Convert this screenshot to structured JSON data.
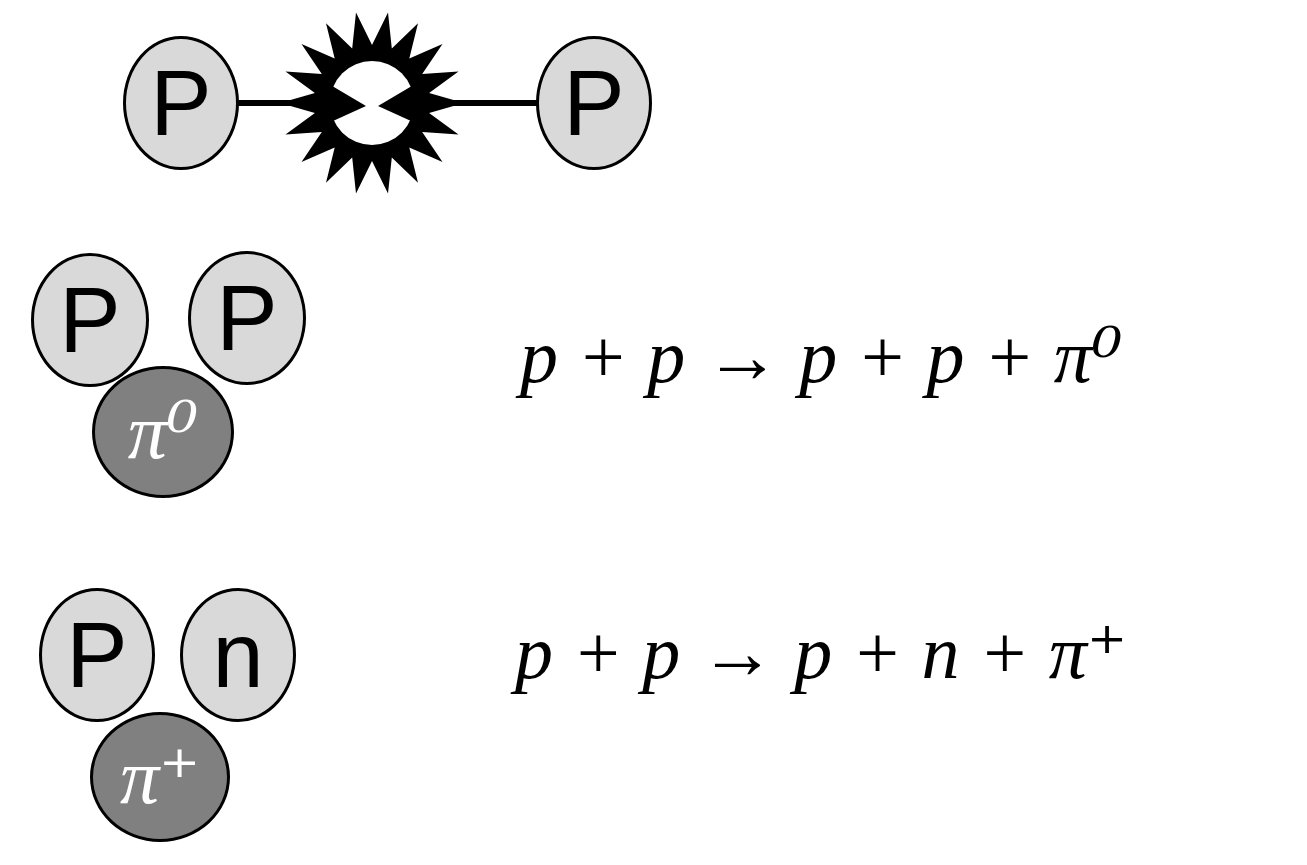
{
  "diagram": {
    "nodes": [
      {
        "text": [
          "P"
        ]
      },
      {
        "text": [
          "P"
        ]
      },
      {
        "text": [
          "P"
        ]
      },
      {
        "text": [
          "P"
        ]
      },
      {
        "text": [
          "π⁰"
        ]
      },
      {
        "text": [
          "P"
        ]
      },
      {
        "text": [
          "n"
        ]
      },
      {
        "text": [
          "π⁺"
        ]
      }
    ],
    "labels": [
      "p + p → p + p + π⁰",
      "p + p → p + n + π⁺"
    ]
  }
}
